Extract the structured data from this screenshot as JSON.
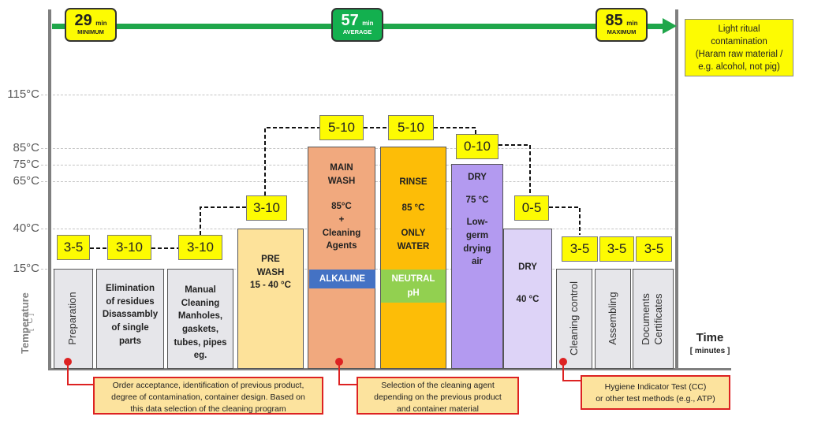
{
  "timeline": {
    "min": {
      "value": "29",
      "unit": "min",
      "label": "MINIMUM"
    },
    "avg": {
      "value": "57",
      "unit": "min",
      "label": "AVERAGE"
    },
    "max": {
      "value": "85",
      "unit": "min",
      "label": "MAXIMUM"
    }
  },
  "legend": {
    "lines": [
      "Light ritual",
      "contamination",
      "(Haram raw material /",
      "e.g. alcohol, not pig)"
    ]
  },
  "y_ticks": [
    "115°C",
    "85°C",
    "75°C",
    "65°C",
    "40°C",
    "15°C"
  ],
  "y_axis": {
    "label": "Temperature",
    "unit": "[ °C ]"
  },
  "x_axis": {
    "label": "Time",
    "unit": "[ minutes ]"
  },
  "durations": [
    "3-5",
    "3-10",
    "3-10",
    "3-10",
    "5-10",
    "5-10",
    "0-10",
    "0-5",
    "3-5",
    "3-5",
    "3-5"
  ],
  "phases": {
    "preparation": "Preparation",
    "elimination": [
      "Elimination",
      "of residues",
      "Disassambly",
      "of single",
      "parts"
    ],
    "manual": [
      "Manual",
      "Cleaning",
      "Manholes,",
      "gaskets,",
      "tubes, pipes",
      "eg."
    ],
    "prewash": [
      "PRE",
      "WASH",
      "15 - 40 °C"
    ],
    "mainwash": [
      "MAIN",
      "WASH",
      "",
      "85°C",
      "+",
      "Cleaning",
      "Agents"
    ],
    "mainwash_strip": "ALKALINE",
    "rinse": [
      "RINSE",
      "",
      "85 °C",
      "",
      "ONLY",
      "WATER"
    ],
    "rinse_strip": [
      "NEUTRAL",
      "pH"
    ],
    "dry1": [
      "DRY",
      "",
      "75 °C",
      "",
      "Low-",
      "germ",
      "drying",
      "air"
    ],
    "dry2": [
      "DRY",
      "",
      "",
      "40 °C"
    ],
    "cleaning_control": "Cleaning control",
    "assembling": "Assembling",
    "documents": [
      "Documents",
      "Certificates"
    ]
  },
  "notes": {
    "order": [
      "Order acceptance, identification of previous product,",
      "degree of contamination, container design. Based on",
      "this data selection of the cleaning program"
    ],
    "agent": [
      "Selection of the cleaning agent",
      "depending on the previous product",
      "and container material"
    ],
    "hygiene": [
      "Hygiene Indicator Test (CC)",
      "or other test methods (e.g., ATP)"
    ]
  },
  "colors": {
    "arrow": "#1fa64a",
    "badge_yellow": "#fdfb02",
    "avg_green": "#13b04f",
    "phase_gray": "#e6e6ea",
    "prewash": "#fde29a",
    "mainwash": "#f1a97e",
    "alkaline": "#4472c4",
    "rinse": "#fdbd07",
    "neutral": "#92d050",
    "dry1": "#b39af0",
    "dry2": "#ddd3f7",
    "note_red": "#dd2222"
  }
}
